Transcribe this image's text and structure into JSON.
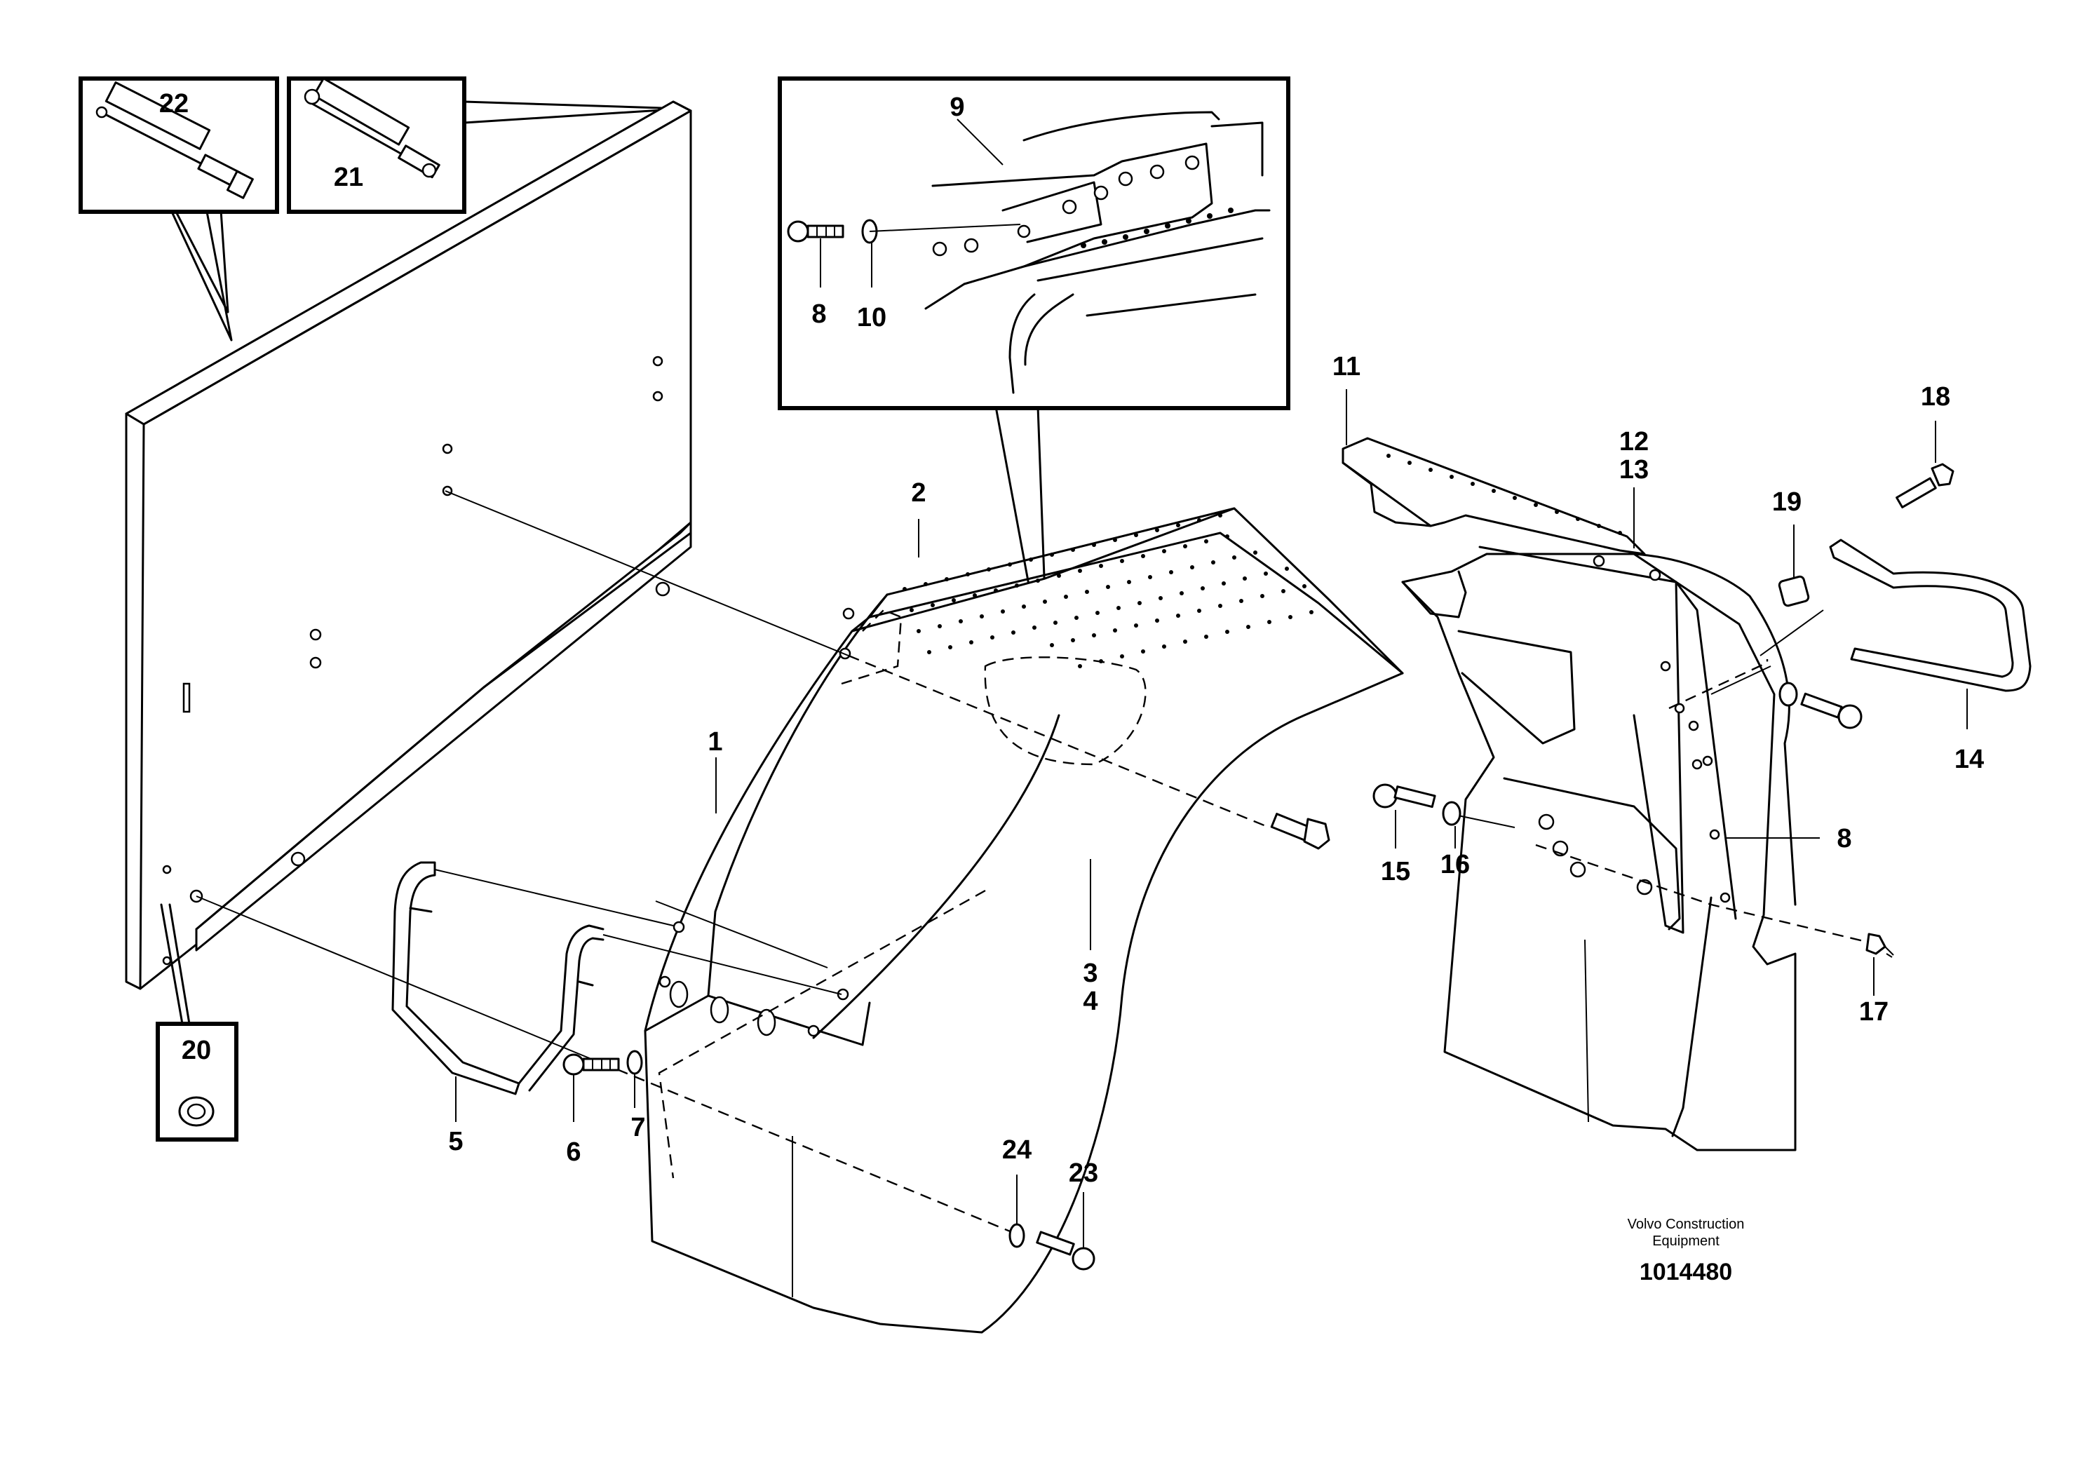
{
  "labels": {
    "p1": "1",
    "p2": "2",
    "p3": "3",
    "p4": "4",
    "p5": "5",
    "p6": "6",
    "p7": "7",
    "p8": "8",
    "p8b": "8",
    "p9": "9",
    "p10": "10",
    "p11": "11",
    "p12": "12",
    "p13": "13",
    "p14": "14",
    "p15": "15",
    "p16": "16",
    "p17": "17",
    "p18": "18",
    "p19": "19",
    "p20": "20",
    "p21": "21",
    "p22": "22",
    "p23": "23",
    "p24": "24"
  },
  "footer": {
    "brand_line1": "Volvo Construction",
    "brand_line2": "Equipment",
    "drawing_number": "1014480"
  }
}
